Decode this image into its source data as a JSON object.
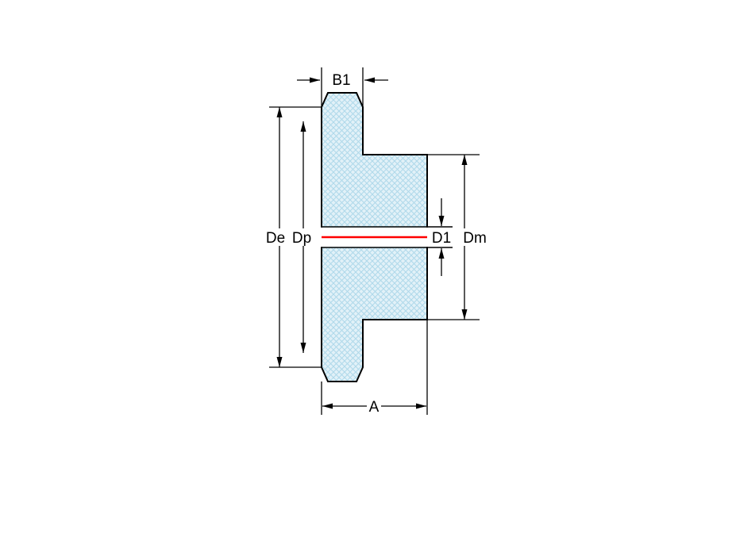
{
  "diagram": {
    "labels": {
      "tooth_width": "B1",
      "outer_diameter": "De",
      "pitch_diameter": "Dp",
      "bore_diameter": "D1",
      "hub_diameter": "Dm",
      "overall_width": "A"
    },
    "colors": {
      "outline": "#000000",
      "dimension": "#000000",
      "centerline": "#ff0000",
      "hatch_fill": "#e2f1f8",
      "hatch_line": "#aed9ea",
      "background": "#ffffff"
    }
  }
}
